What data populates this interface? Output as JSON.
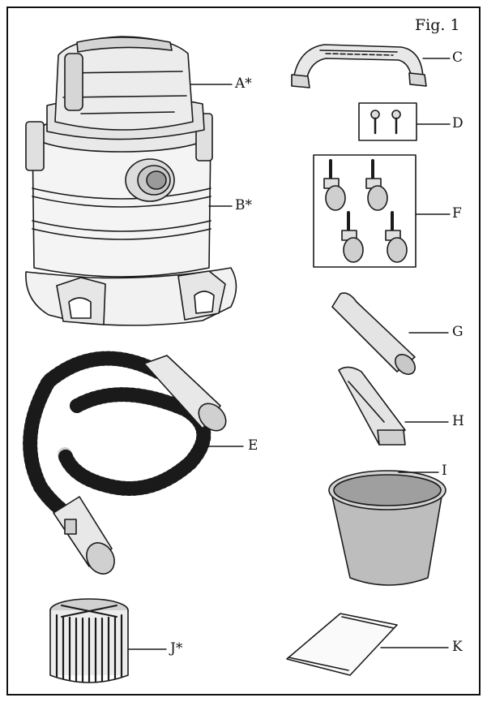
{
  "figure": {
    "title": "Fig. 1",
    "parts": [
      {
        "id": "A",
        "label": "A*"
      },
      {
        "id": "B",
        "label": "B*"
      },
      {
        "id": "C",
        "label": "C"
      },
      {
        "id": "D",
        "label": "D"
      },
      {
        "id": "E",
        "label": "E"
      },
      {
        "id": "F",
        "label": "F"
      },
      {
        "id": "G",
        "label": "G"
      },
      {
        "id": "H",
        "label": "H"
      },
      {
        "id": "I",
        "label": "I"
      },
      {
        "id": "J",
        "label": "J*"
      },
      {
        "id": "K",
        "label": "K"
      }
    ]
  },
  "colors": {
    "line": "#1a1a1a",
    "fill_light": "#e6e6e6",
    "fill_mid": "#c8c8c8",
    "fill_dark": "#9a9a9a"
  }
}
